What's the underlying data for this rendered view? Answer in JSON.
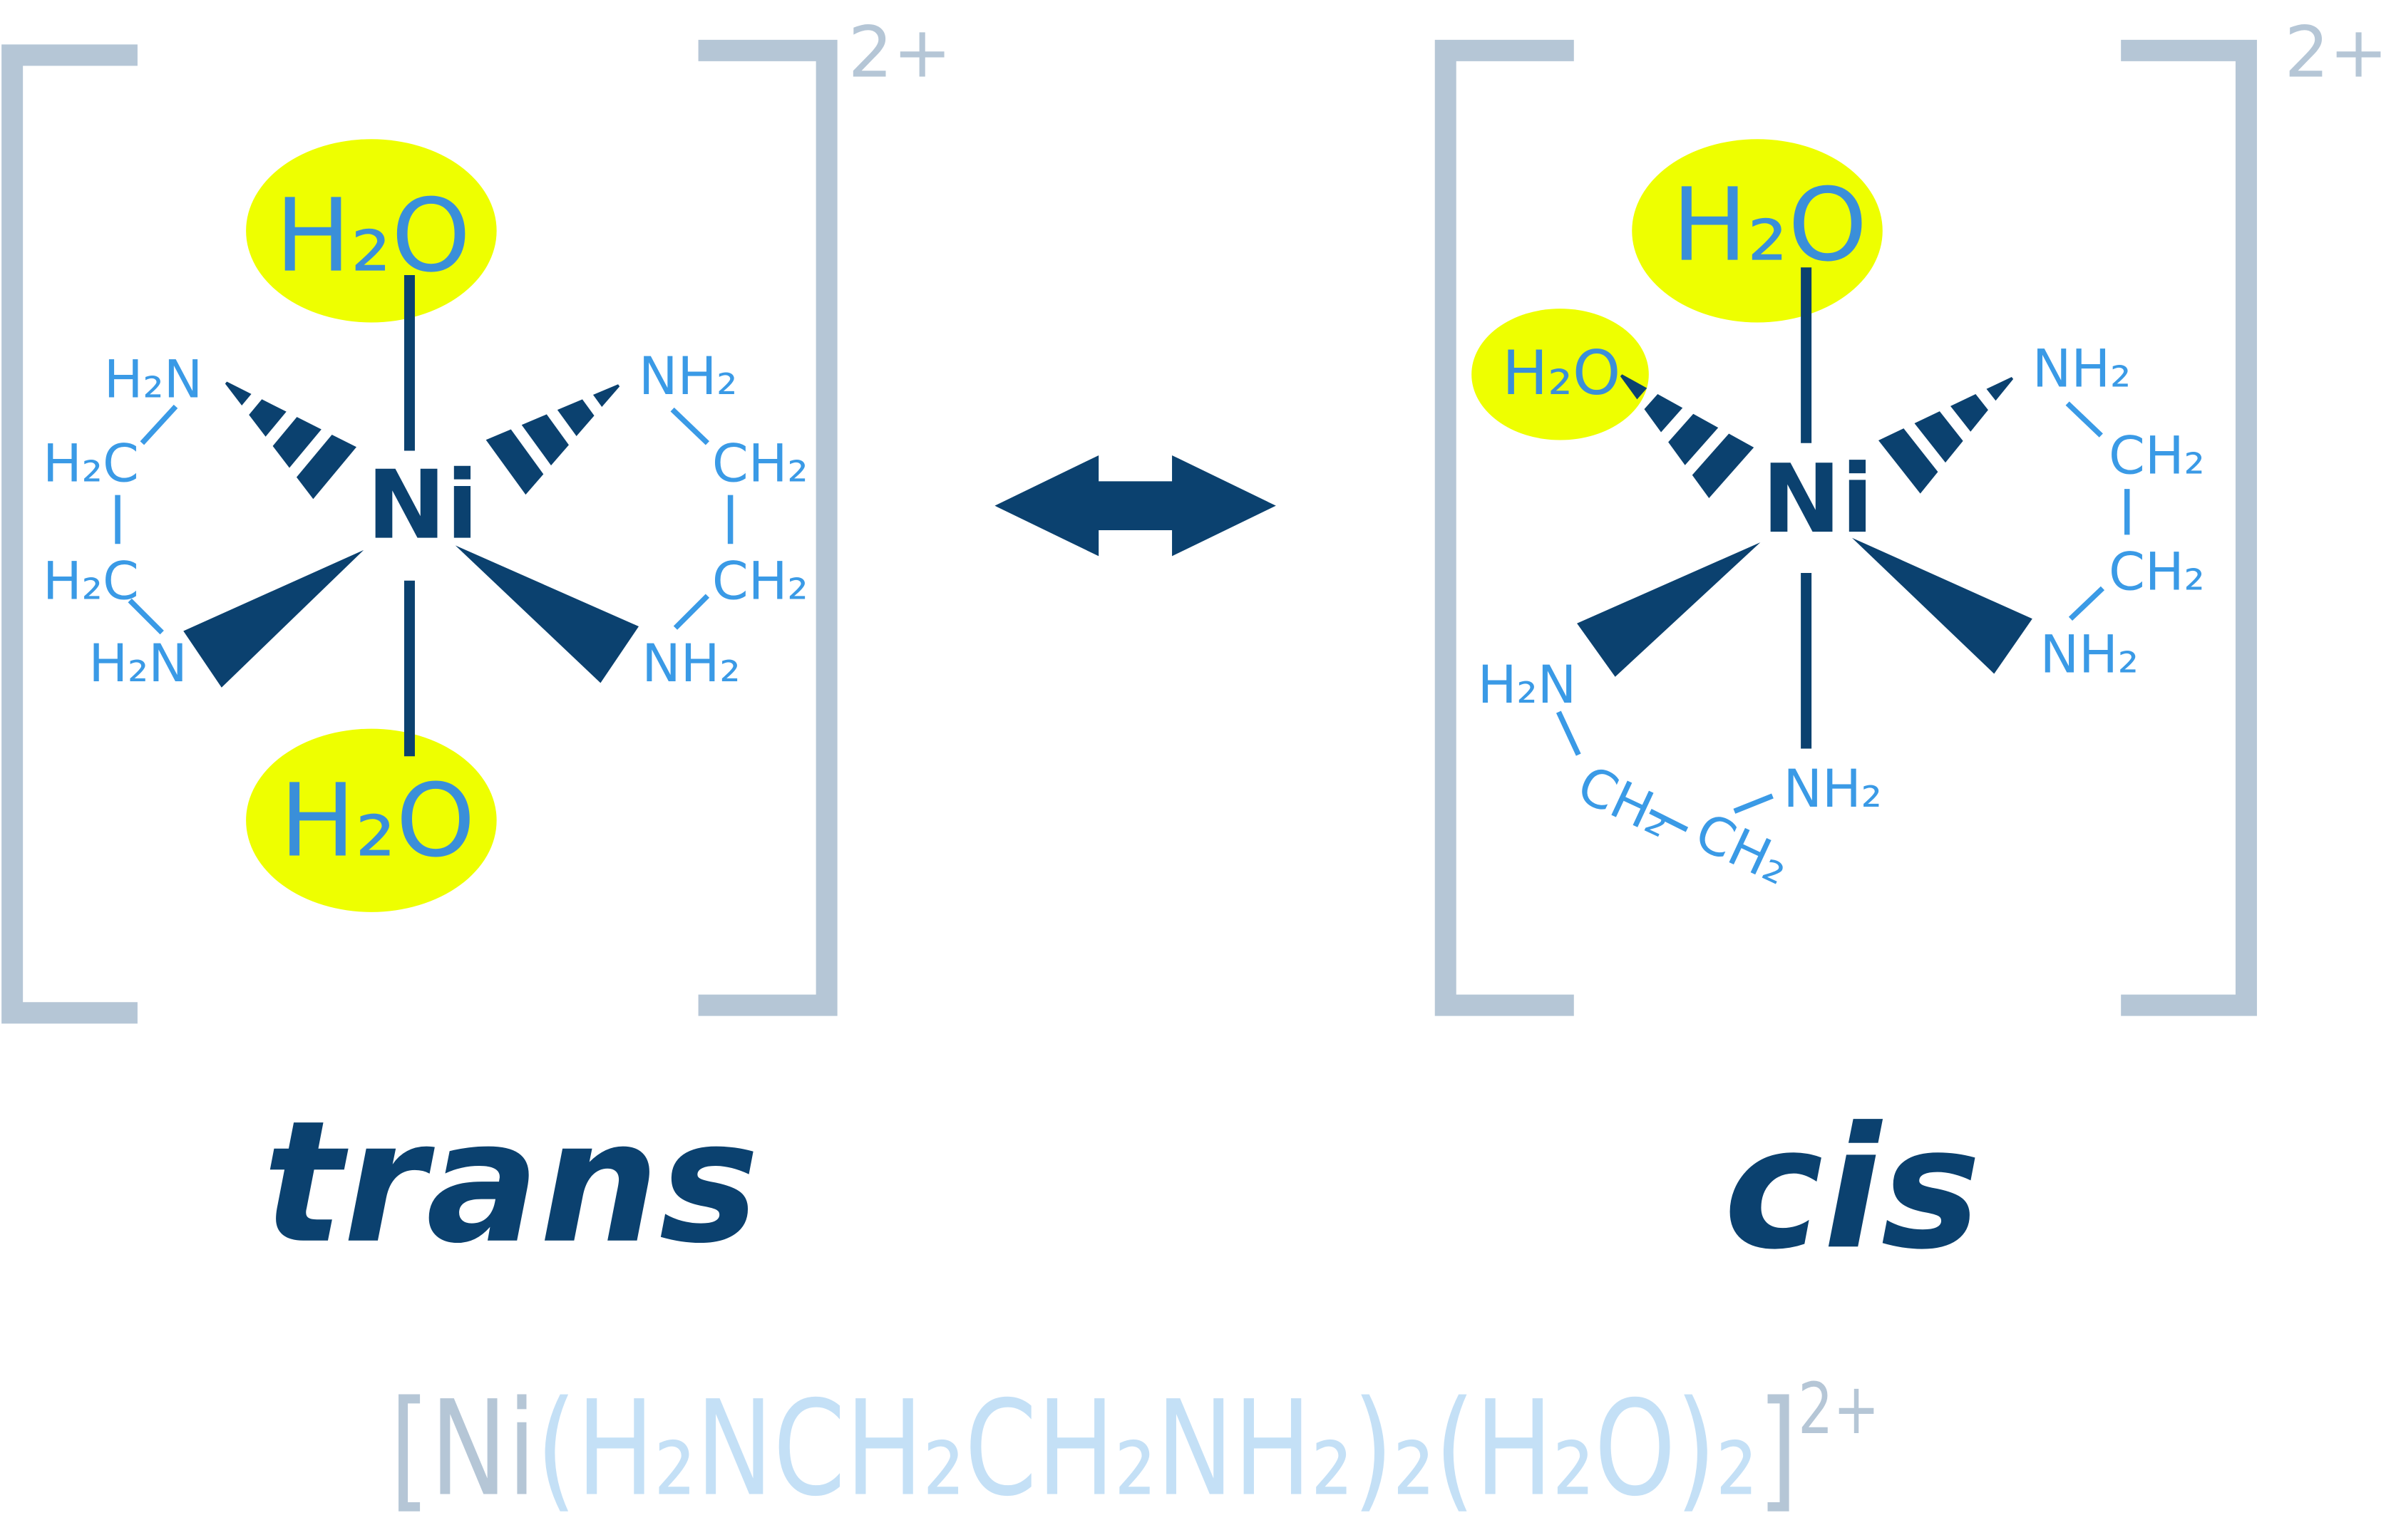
{
  "colors": {
    "bracket": "#b5c6d6",
    "metal_bonds": "#0b416f",
    "ligand_text": "#3a9ae6",
    "highlight": "#eeff00",
    "formula_ligands": "#c4e0f6"
  },
  "trans": {
    "charge": "2+",
    "metal": "Ni",
    "water_top": "H₂O",
    "water_bottom": "H₂O",
    "labels": [
      "H₂N",
      "NH₂",
      "H₂C",
      "CH₂",
      "H₂C",
      "CH₂",
      "H₂N",
      "NH₂"
    ],
    "name": "trans"
  },
  "arrow": {
    "icon": "double-headed-arrow"
  },
  "cis": {
    "charge": "2+",
    "metal": "Ni",
    "water_top": "H₂O",
    "water_left": "H₂O",
    "labels": [
      "NH₂",
      "CH₂",
      "CH₂",
      "NH₂",
      "H₂N",
      "NH₂",
      "CH₂",
      "CH₂"
    ],
    "name": "cis"
  },
  "formula": {
    "open": "[Ni",
    "ligands": "(H₂NCH₂CH₂NH₂)₂(H₂O)₂",
    "close": "]",
    "charge": "2+"
  }
}
